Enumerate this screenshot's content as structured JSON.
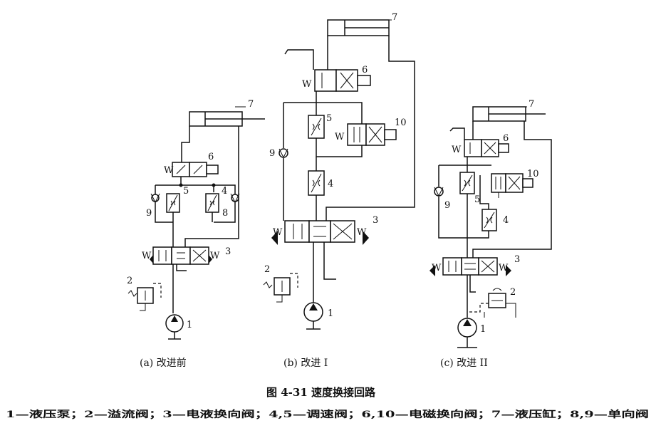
{
  "components": {
    "a": {
      "pump": "1",
      "relief": "2",
      "main_valve": "3",
      "speed_valve_b": "4",
      "speed_valve_a": "5",
      "solenoid_valve": "6",
      "cylinder": "7",
      "check_b": "8",
      "check_a": "9"
    },
    "b": {
      "pump": "1",
      "relief": "2",
      "main_valve": "3",
      "speed_valve_b": "4",
      "speed_valve_a": "5",
      "solenoid_valve_a": "6",
      "cylinder": "7",
      "check": "9",
      "solenoid_valve_b": "10"
    },
    "c": {
      "pump": "1",
      "relief": "2",
      "main_valve": "3",
      "speed_valve_b": "4",
      "speed_valve_a": "5",
      "solenoid_valve_a": "6",
      "cylinder": "7",
      "check": "9",
      "solenoid_valve_b": "10"
    }
  },
  "subtitles": {
    "a": "(a) 改进前",
    "b": "(b) 改进 I",
    "c": "(c) 改进 II"
  },
  "caption": "图 4-31   速度换接回路",
  "legend": "1—液压泵；2—溢流阀；3—电液换向阀；4,5—调速阀；6,10—电磁换向阀；7—液压缸；8,9—单向阀"
}
